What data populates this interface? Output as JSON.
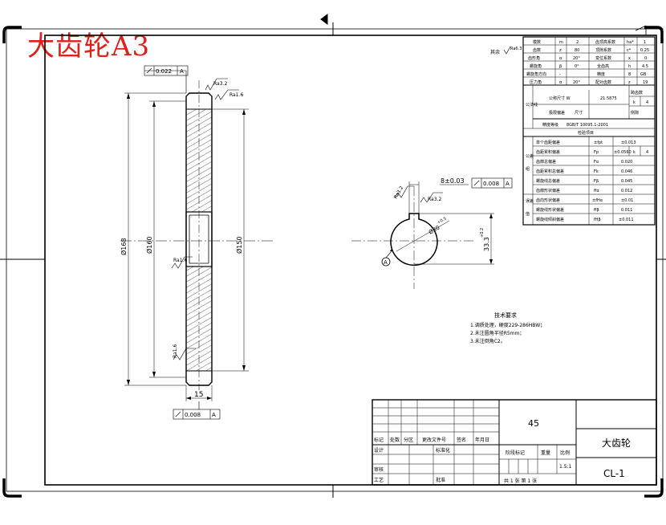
{
  "title_overlay": "大齿轮A3",
  "roughness_note": {
    "prefix": "其余",
    "value": "Ra6.3"
  },
  "left_view": {
    "runout_top": {
      "tol": "0.022",
      "datum": "A"
    },
    "runout_bottom": {
      "tol": "0.008",
      "datum": "A"
    },
    "rough_top": "Ra3.2",
    "rough_face": "Ra1.6",
    "rough_mid": "Ra1.6",
    "rough_low": "Ra1.6",
    "dim_od": "Ø168",
    "dim_d2": "Ø160",
    "dim_d3": "Ø150",
    "dim_width": "15"
  },
  "right_view": {
    "dim_key": "8±0.03",
    "runout": {
      "tol": "0.008",
      "datum": "A"
    },
    "rough_key_side": "Ra3.2",
    "rough_key_top": "Ra3.2",
    "dim_bore": "Ø30",
    "dim_bore_tol": "+0.5",
    "dim_hub": "33.3",
    "dim_hub_tol": "+0.2",
    "datum": "A"
  },
  "param_table": {
    "rows": [
      [
        "模数",
        "m",
        "2",
        "齿顶高系数",
        "ha*",
        "1"
      ],
      [
        "齿数",
        "z",
        "80",
        "顶隙系数",
        "c*",
        "0.25"
      ],
      [
        "齿形角",
        "α",
        "20°",
        "变位系数",
        "x",
        "0"
      ],
      [
        "螺旋角",
        "β",
        "0°",
        "全齿高",
        "h",
        "4.5"
      ],
      [
        "螺旋角方向",
        "-",
        "",
        "精度",
        "8",
        "GB"
      ],
      [
        "压力角",
        "α",
        "20°",
        "配对齿数",
        "z",
        "19"
      ]
    ],
    "label_group": "公法线",
    "label_span": "跨齿数",
    "nominal_label": "公称尺寸 W",
    "nominal_value": "21.5875",
    "span_k_label": "k",
    "span_k_value": "4",
    "limit_label": "极限偏差",
    "limit_value": "尺寸",
    "side_gap": "侧隙",
    "accuracy_label": "精度等级",
    "accuracy_value": "8GB/T 10095.1-2001",
    "inspection_header": "检验项目",
    "group_labels": [
      "公差",
      "组",
      "误差",
      "值"
    ],
    "insp_rows": [
      [
        "单个齿距偏差",
        "±fpt",
        "±0.013"
      ],
      [
        "齿距累积偏差",
        "Fp",
        "±0.0560",
        "k",
        "4"
      ],
      [
        "齿廓总偏差",
        "Fα",
        "0.020"
      ],
      [
        "齿距累积总偏差",
        "Fk",
        "0.046"
      ],
      [
        "螺旋线总偏差",
        "Fβ",
        "0.045"
      ],
      [
        "齿廓形状偏差",
        "ffα",
        "0.012"
      ],
      [
        "齿向形状偏差",
        "±fHα",
        "±0.01"
      ],
      [
        "螺旋线形状偏差",
        "ffβ",
        "0.011"
      ],
      [
        "螺旋线倾斜偏差",
        "fHβ",
        "±0.011"
      ]
    ]
  },
  "tech_req": {
    "title": "技术要求",
    "items": [
      "1.调质处理，硬度229-286HBW；",
      "2.未注圆角半径R5mm；",
      "3.未注倒角C2。"
    ]
  },
  "title_block": {
    "material": "45",
    "part_name": "大齿轮",
    "drawing_no": "CL-1",
    "scale_label": "比例",
    "scale_value": "1.5:1",
    "stage_label": "阶段标记",
    "weight_label": "重量",
    "sheets": "共 1 张  第 1 张",
    "h_mark": "标记",
    "h_count": "处数",
    "h_zone": "分区",
    "h_doc": "更改文件号",
    "h_sign": "签名",
    "h_date": "年月日",
    "designer": "设计",
    "standard": "标准化",
    "review": "审核",
    "process": "工艺",
    "approve": "批准"
  }
}
